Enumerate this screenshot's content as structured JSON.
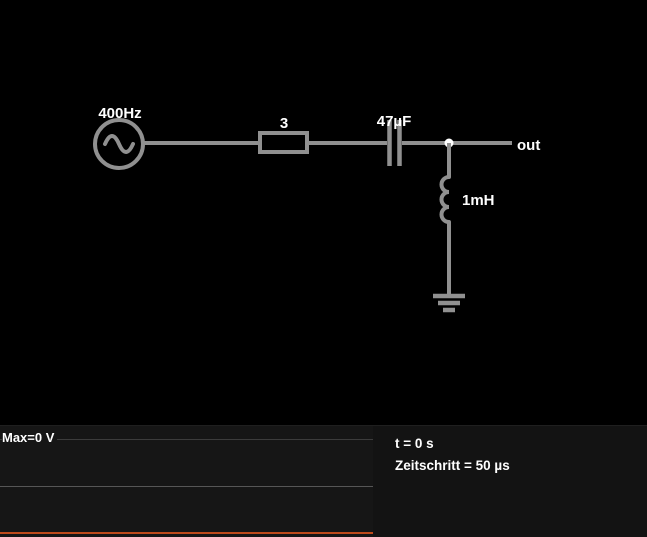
{
  "circuit": {
    "source": {
      "label": "400Hz",
      "type": "ac-voltage-source"
    },
    "resistor": {
      "label": "3"
    },
    "capacitor": {
      "label": "47µF"
    },
    "inductor": {
      "label": "1mH"
    },
    "output": {
      "label": "out"
    }
  },
  "scope": {
    "max_label": "Max=0 V",
    "trace_value": 0,
    "trace_color": "#bd4a1b"
  },
  "status": {
    "time": "t = 0 s",
    "timestep": "Zeitschritt = 50 µs"
  },
  "colors": {
    "background": "#000000",
    "wire": "#909090",
    "label": "#ffffff",
    "node": "#ffffff",
    "scope_background": "#161616",
    "gridline_dim": "#3c3c3c",
    "gridline_bright": "#565656",
    "trace": "#bd4a1b"
  }
}
